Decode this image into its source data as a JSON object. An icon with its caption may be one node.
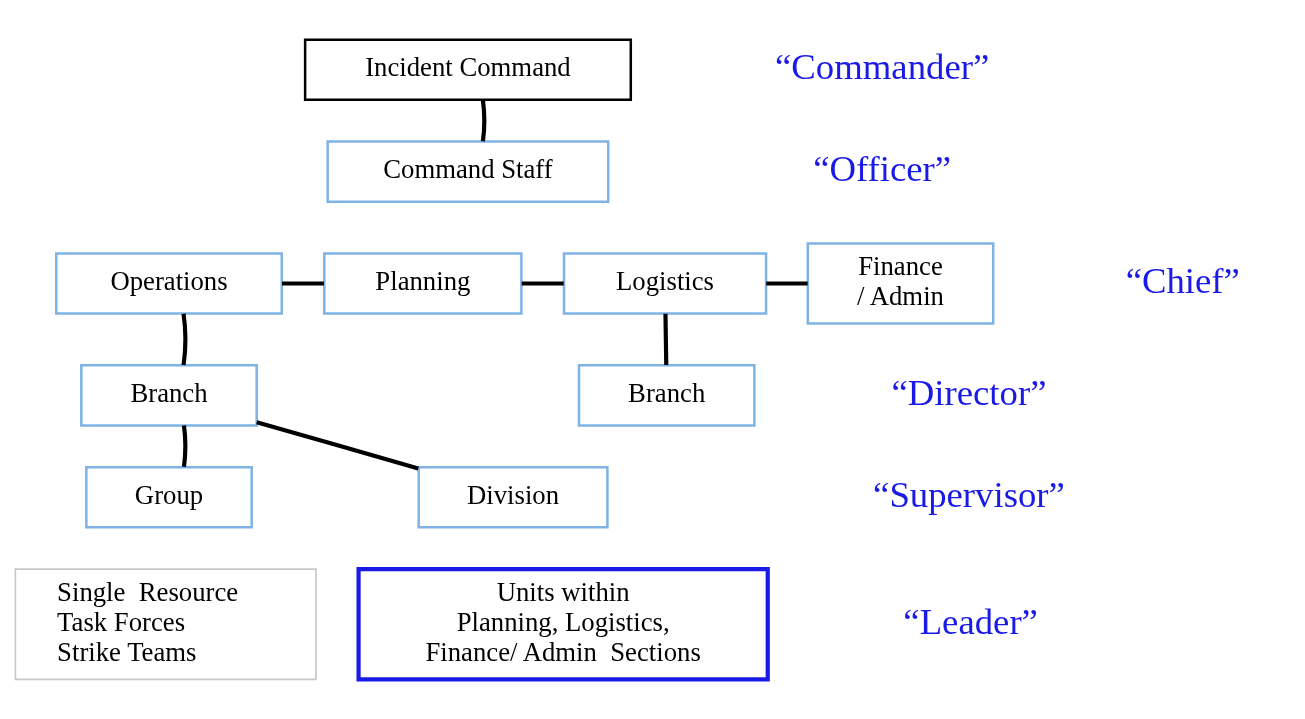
{
  "diagram": {
    "nodes": [
      {
        "text": [
          "Incident Command"
        ]
      },
      {
        "text": [
          "Command Staff"
        ]
      },
      {
        "text": [
          "Operations"
        ]
      },
      {
        "text": [
          "Planning"
        ]
      },
      {
        "text": [
          "Logistics"
        ]
      },
      {
        "text": [
          "Finance / Admin"
        ]
      },
      {
        "text": [
          "Branch"
        ]
      },
      {
        "text": [
          "Branch"
        ]
      },
      {
        "text": [
          "Group"
        ]
      },
      {
        "text": [
          "Division"
        ]
      },
      {
        "text": [
          "Single  Resource",
          "Task Forces",
          "Strike Teams"
        ]
      },
      {
        "text": [
          "Units within Planning, Logistics, Finance/ Admin  Sections"
        ]
      }
    ],
    "edges": [
      {
        "from": 0,
        "to": 1,
        "arrow": "none"
      },
      {
        "from": 2,
        "to": 3,
        "arrow": "none"
      },
      {
        "from": 3,
        "to": 4,
        "arrow": "none"
      },
      {
        "from": 4,
        "to": 5,
        "arrow": "none"
      },
      {
        "from": 2,
        "to": 6,
        "arrow": "none"
      },
      {
        "from": 4,
        "to": 7,
        "arrow": "none"
      },
      {
        "from": 6,
        "to": 8,
        "arrow": "none"
      },
      {
        "from": 6,
        "to": 9,
        "arrow": "none"
      }
    ],
    "labels": [
      "“Commander”",
      "“Officer”",
      "“Chief”",
      "“Director”",
      "“Supervisor”",
      "“Leader”"
    ]
  }
}
